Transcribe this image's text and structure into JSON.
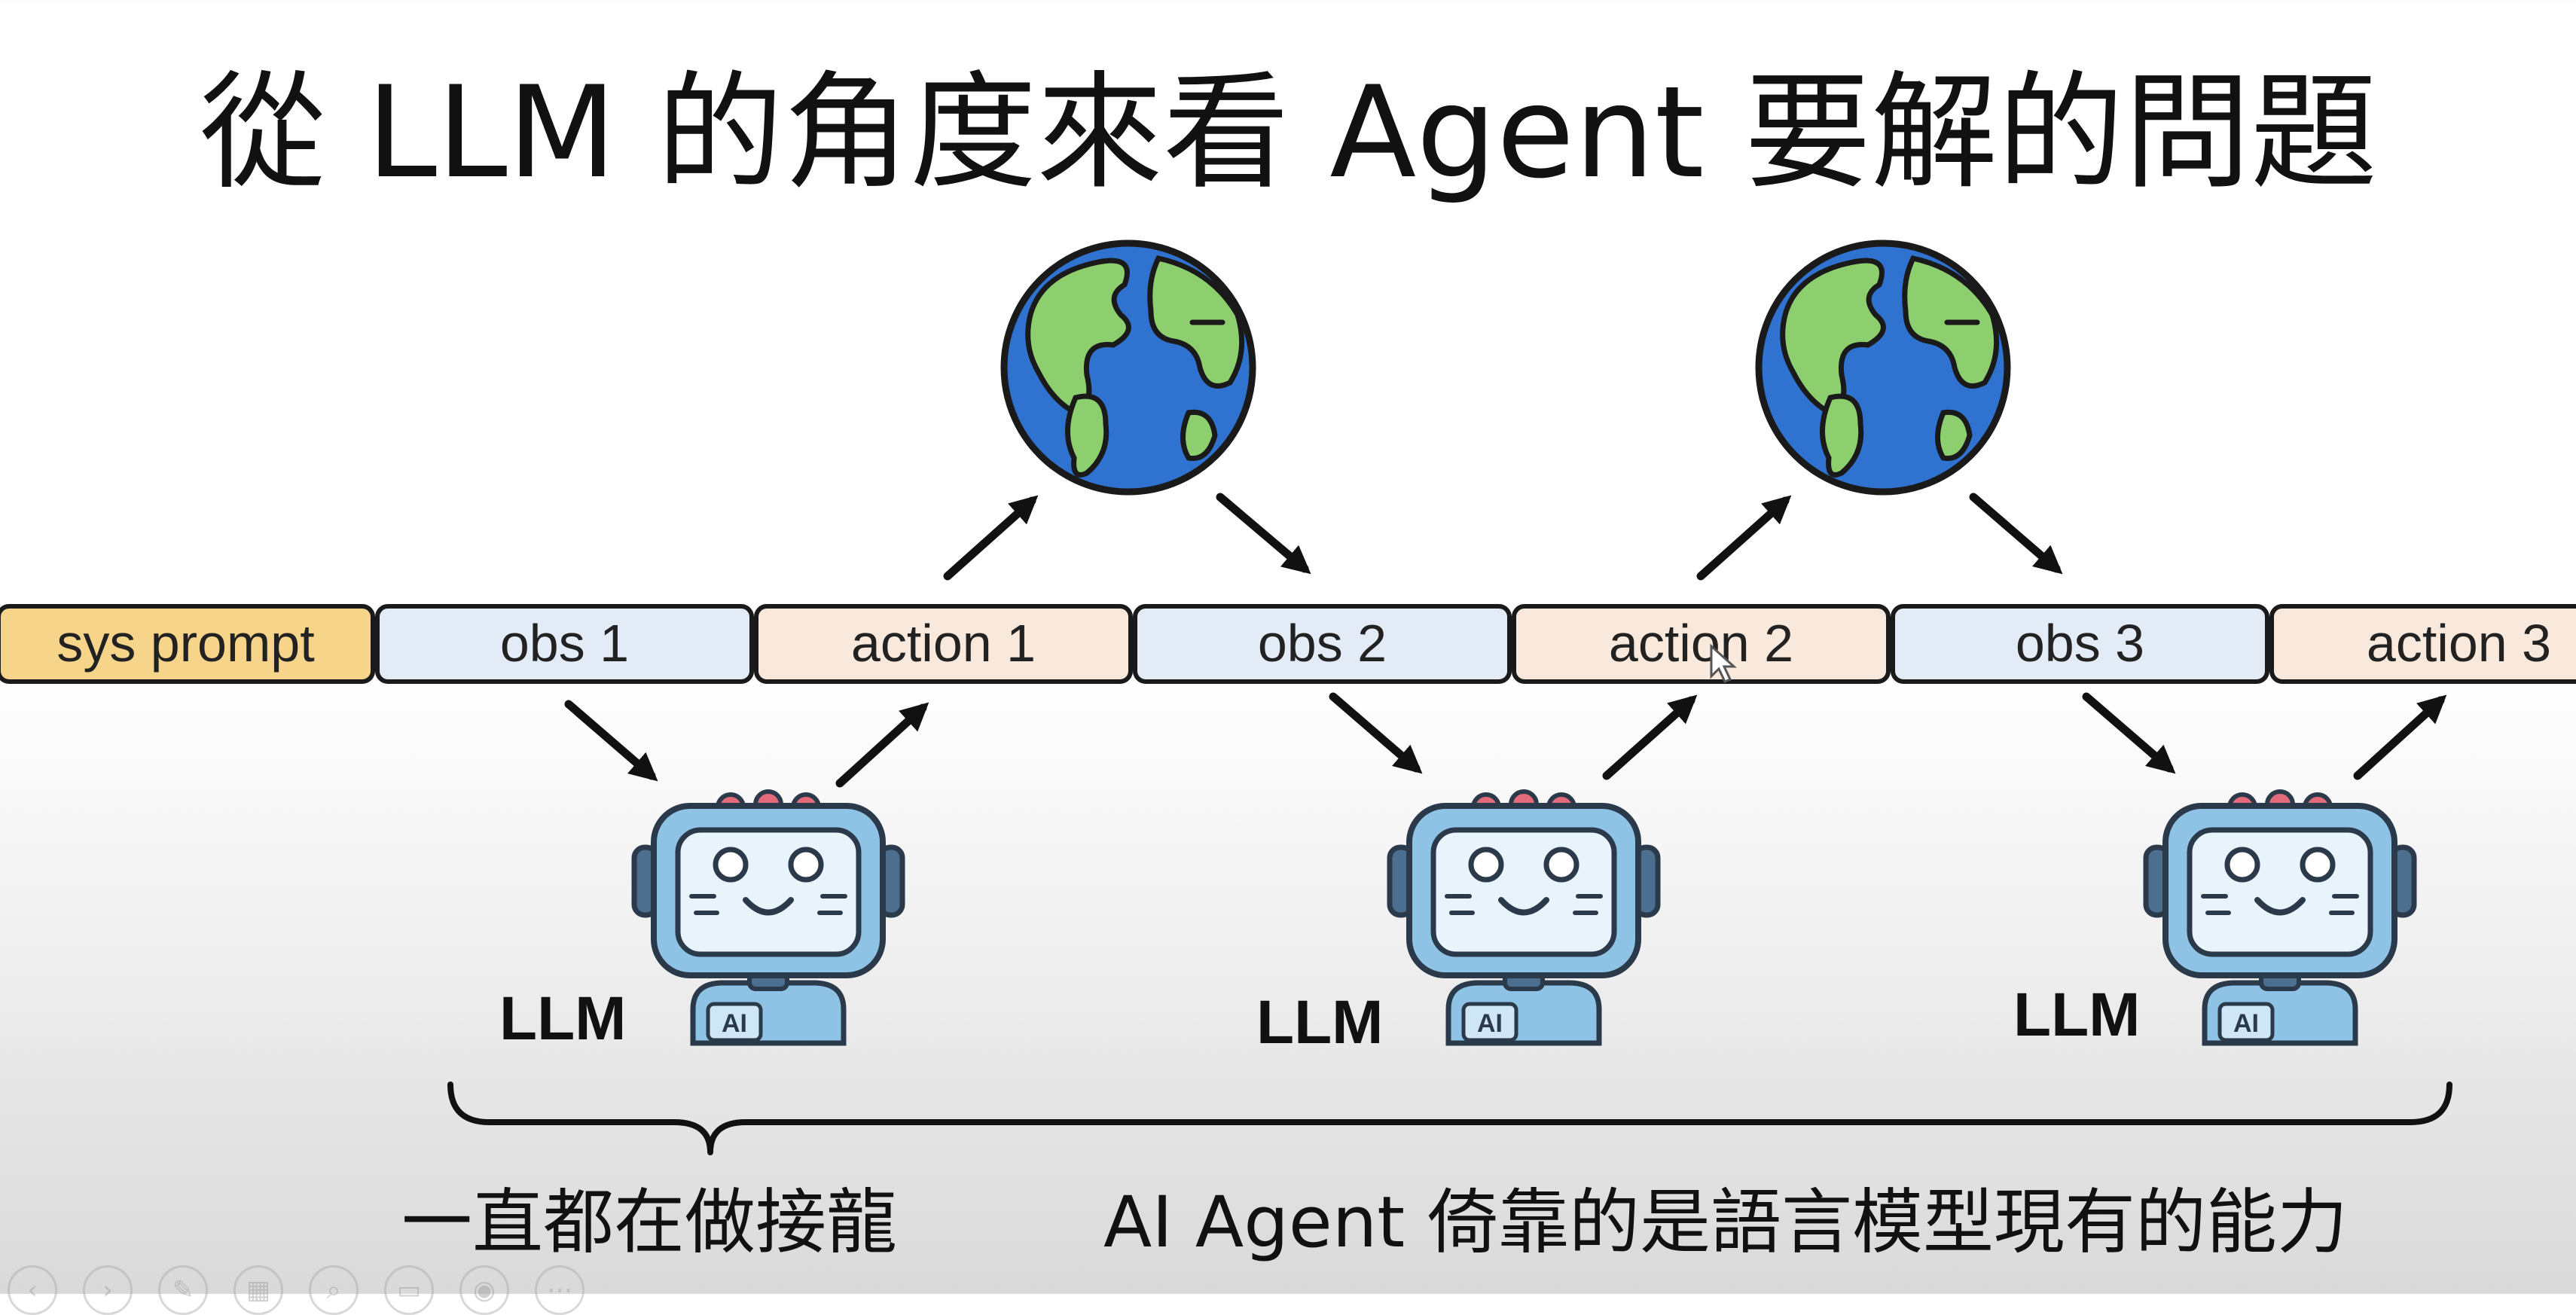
{
  "title": "從 LLM 的角度來看 Agent 要解的問題",
  "sequence": [
    {
      "label": "sys prompt",
      "type": "sys"
    },
    {
      "label": "obs 1",
      "type": "obs"
    },
    {
      "label": "action 1",
      "type": "action"
    },
    {
      "label": "obs 2",
      "type": "obs"
    },
    {
      "label": "action 2",
      "type": "action"
    },
    {
      "label": "obs 3",
      "type": "obs"
    },
    {
      "label": "action 3",
      "type": "action"
    }
  ],
  "llm_nodes": [
    {
      "label": "LLM",
      "badge": "AI"
    },
    {
      "label": "LLM",
      "badge": "AI"
    },
    {
      "label": "LLM",
      "badge": "AI"
    }
  ],
  "world_nodes": [
    {
      "icon": "globe-icon"
    },
    {
      "icon": "globe-icon"
    }
  ],
  "captions": {
    "left": "一直都在做接龍",
    "right": "AI Agent 倚靠的是語言模型現有的能力"
  },
  "colors": {
    "sys": "#f6d48a",
    "obs": "#e3ebf6",
    "action": "#f9e9dc",
    "robot_body": "#8fc3e6",
    "robot_outline": "#2b3a4a",
    "ocean": "#2f72cf",
    "land": "#8dcf6f"
  }
}
